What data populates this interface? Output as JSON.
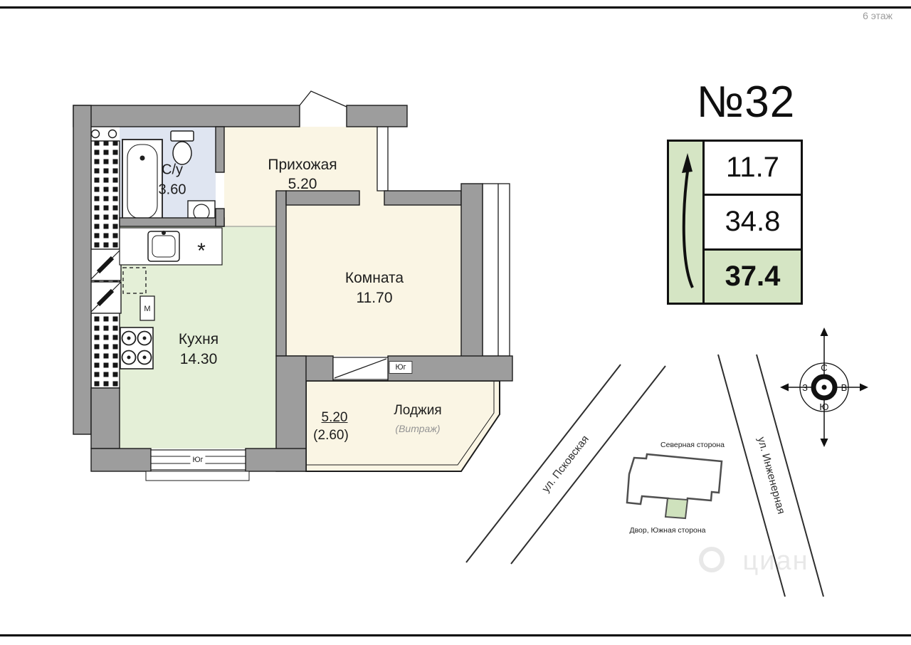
{
  "meta": {
    "floor_label": "6 этаж",
    "watermark": "циан"
  },
  "panel": {
    "apartment_number": "№32",
    "areas": {
      "living": "11.7",
      "without_loggia": "34.8",
      "total": "37.4"
    }
  },
  "plan": {
    "bathroom": {
      "name": "С/у",
      "area": "3.60"
    },
    "hallway": {
      "name": "Прихожая",
      "area": "5.20"
    },
    "room": {
      "name": "Комната",
      "area": "11.70"
    },
    "kitchen": {
      "name": "Кухня",
      "area": "14.30"
    },
    "loggia": {
      "name": "Лоджия",
      "glazing": "(Витраж)",
      "area_full": "5.20",
      "area_coef": "(2.60)"
    },
    "south_window_1": "Юг",
    "south_window_2": "Юг",
    "stove_mark": "*",
    "washer_mark": "M"
  },
  "compass": {
    "north": "С",
    "south": "Ю",
    "west": "З",
    "east": "В"
  },
  "site_plan": {
    "street_left": "ул. Псковская",
    "street_right": "ул. Инженерная",
    "north_label": "Северная сторона",
    "south_label": "Двор, Южная сторона"
  },
  "colors": {
    "wall_gray": "#9d9d9d",
    "room_cream": "#faf5e4",
    "kitchen_green": "#e4efd7",
    "bathroom_blue": "#dfe5f1",
    "accent_green": "#d5e5c4"
  }
}
